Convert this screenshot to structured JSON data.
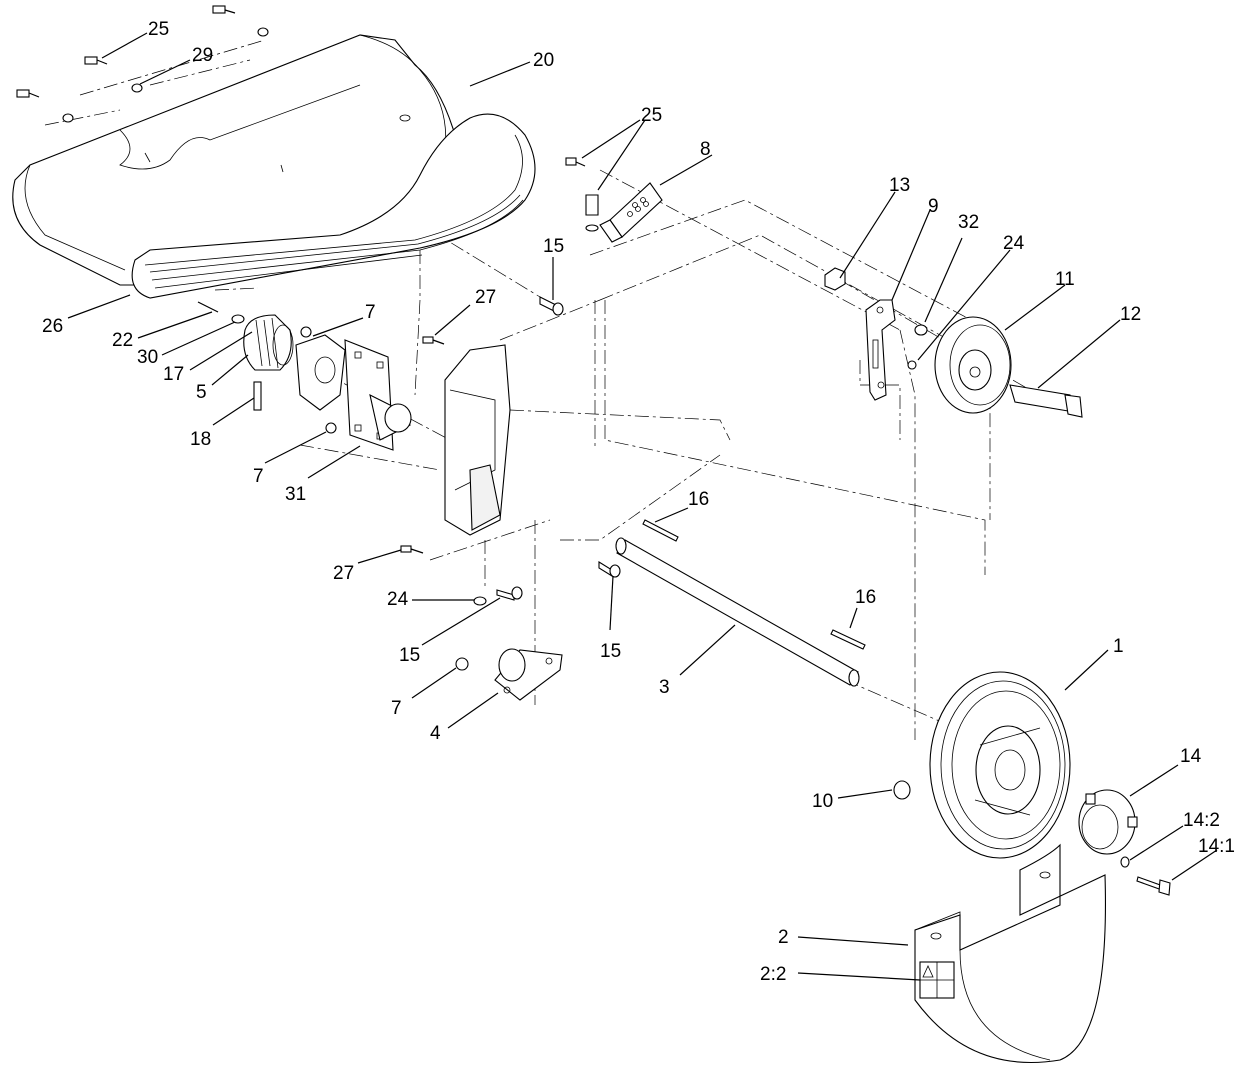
{
  "callouts": {
    "c25a": "25",
    "c29": "29",
    "c20": "20",
    "c25b": "25",
    "c8": "8",
    "c13": "13",
    "c9": "9",
    "c32": "32",
    "c24a": "24",
    "c11": "11",
    "c12": "12",
    "c15a": "15",
    "c27a": "27",
    "c7a": "7",
    "c26": "26",
    "c22": "22",
    "c30": "30",
    "c17": "17",
    "c5": "5",
    "c18": "18",
    "c7b": "7",
    "c31": "31",
    "c16a": "16",
    "c27b": "27",
    "c24b": "24",
    "c15b": "15",
    "c15c": "15",
    "c16b": "16",
    "c3": "3",
    "c1": "1",
    "c7c": "7",
    "c4": "4",
    "c14": "14",
    "c10": "10",
    "c14_2": "14:2",
    "c14_1": "14:1",
    "c2": "2",
    "c2_2": "2:2"
  }
}
